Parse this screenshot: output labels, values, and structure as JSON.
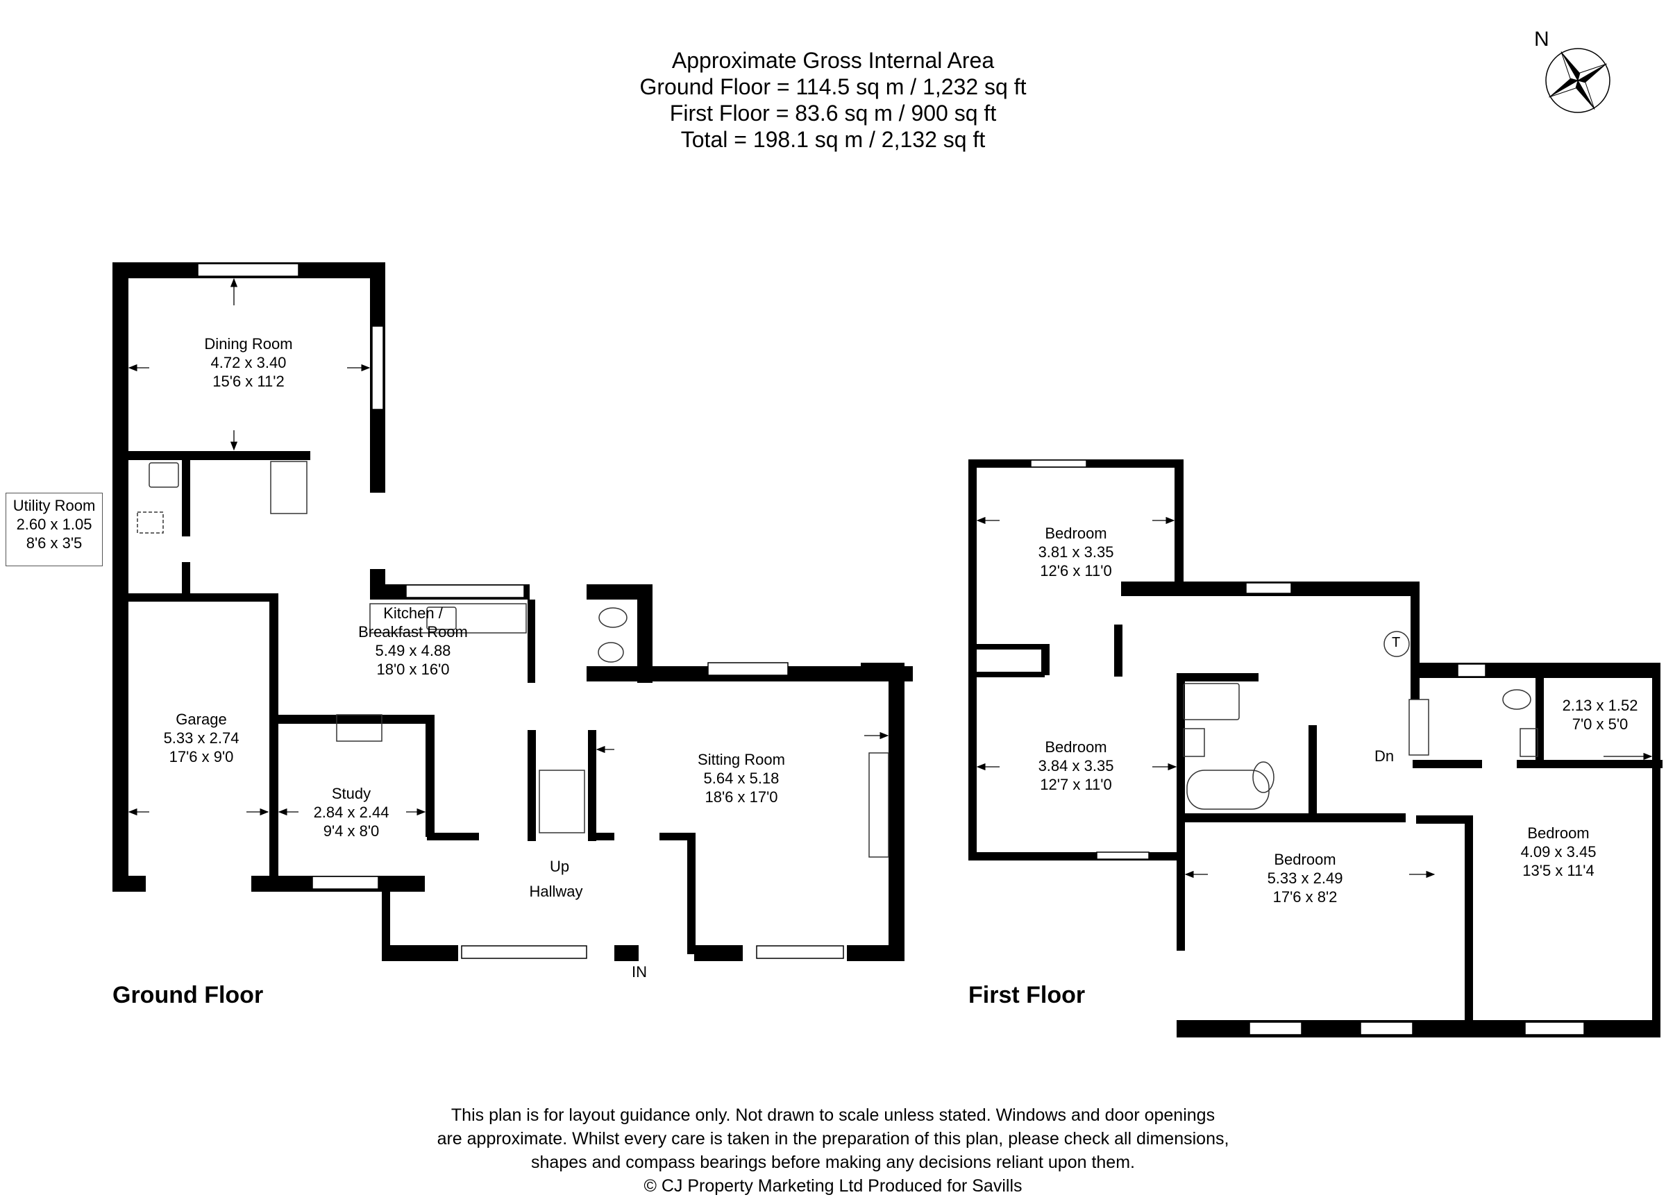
{
  "area_summary": {
    "heading": "Approximate Gross Internal Area",
    "ground_floor": "Ground Floor = 114.5 sq m / 1,232 sq ft",
    "first_floor": "First Floor = 83.6 sq m / 900 sq ft",
    "total": "Total = 198.1 sq m / 2,132 sq ft"
  },
  "compass": {
    "north_label": "N",
    "icon": "compass-rose-icon"
  },
  "ground_floor": {
    "title": "Ground Floor",
    "rooms": [
      {
        "name": "Dining Room",
        "metric": "4.72 x 3.40",
        "imperial": "15'6 x 11'2"
      },
      {
        "name": "Utility Room",
        "metric": "2.60 x 1.05",
        "imperial": "8'6 x 3'5"
      },
      {
        "name": "Kitchen /",
        "name2": "Breakfast Room",
        "metric": "5.49 x 4.88",
        "imperial": "18'0 x 16'0"
      },
      {
        "name": "Garage",
        "metric": "5.33 x 2.74",
        "imperial": "17'6 x 9'0"
      },
      {
        "name": "Study",
        "metric": "2.84 x 2.44",
        "imperial": "9'4 x 8'0"
      },
      {
        "name": "Sitting Room",
        "metric": "5.64 x 5.18",
        "imperial": "18'6 x 17'0"
      },
      {
        "name": "Hallway"
      }
    ],
    "stairs_label": "Up",
    "entrance_label": "IN"
  },
  "first_floor": {
    "title": "First Floor",
    "rooms": [
      {
        "name": "Bedroom",
        "metric": "3.81 x 3.35",
        "imperial": "12'6 x 11'0"
      },
      {
        "name": "Bedroom",
        "metric": "3.84 x 3.35",
        "imperial": "12'7 x 11'0"
      },
      {
        "name": "Bedroom",
        "metric": "5.33 x 2.49",
        "imperial": "17'6 x 8'2"
      },
      {
        "name": "Bedroom",
        "metric": "4.09 x 3.45",
        "imperial": "13'5 x 11'4"
      },
      {
        "name": "",
        "metric": "2.13 x 1.52",
        "imperial": "7'0 x 5'0"
      }
    ],
    "stairs_label": "Dn",
    "tank_label": "T"
  },
  "disclaimer": {
    "line1": "This plan is for layout guidance only. Not drawn to scale unless stated. Windows and door openings",
    "line2": "are approximate. Whilst every care is taken in the preparation of this plan, please check all dimensions,",
    "line3": "shapes and compass bearings before making any decisions reliant upon them.",
    "line4": "© CJ Property Marketing Ltd  Produced for Savills"
  },
  "colors": {
    "wall": "#000000",
    "background": "#ffffff",
    "fixture_line": "#333333"
  }
}
